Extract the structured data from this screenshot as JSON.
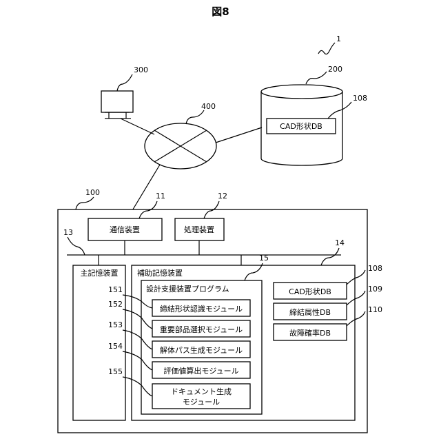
{
  "figure_title": "図8",
  "refs": {
    "system": "1",
    "terminal": "300",
    "server": "200",
    "cad_db_top": "108",
    "network": "400",
    "computer": "100",
    "comm": "11",
    "proc": "12",
    "main_mem": "13",
    "aux": "14",
    "program": "15",
    "cad_db": "108",
    "fastening_db": "109",
    "failure_db": "110",
    "m151": "151",
    "m152": "152",
    "m153": "153",
    "m154": "154",
    "m155": "155"
  },
  "labels": {
    "cad_db_top": "CAD形状DB",
    "comm": "通信装置",
    "proc": "処理装置",
    "main_mem": "主記憶装置",
    "aux": "補助記憶装置",
    "program": "設計支援装置プログラム",
    "m151": "締結形状認識モジュール",
    "m152": "重要部品選択モジュール",
    "m153": "解体パス生成モジュール",
    "m154": "評価値算出モジュール",
    "m155_line1": "ドキュメント生成",
    "m155_line2": "モジュール",
    "cad_db": "CAD形状DB",
    "fastening_db": "締結属性DB",
    "failure_db": "故障確率DB"
  }
}
